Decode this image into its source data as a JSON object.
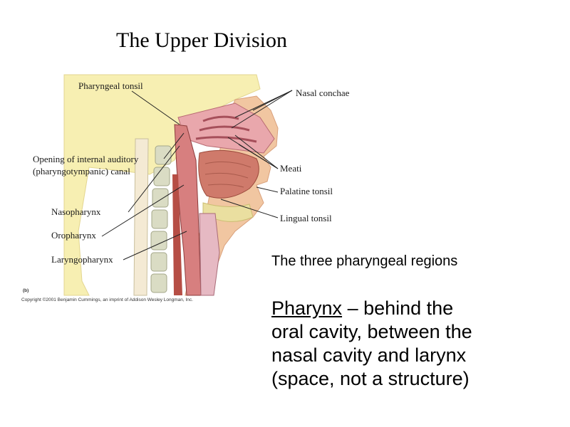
{
  "slide": {
    "title": "The Upper Division",
    "caption": "The three pharyngeal regions",
    "body": {
      "term": "Pharynx",
      "line1_rest": " – behind the",
      "line2": "oral cavity, between the",
      "line3": "nasal cavity and larynx",
      "line4": "(space, not a structure)"
    }
  },
  "figure": {
    "labels": {
      "pharyngeal_tonsil": "Pharyngeal tonsil",
      "nasal_conchae": "Nasal conchae",
      "opening_line1": "Opening of internal auditory",
      "opening_line2": "(pharyngotympanic) canal",
      "meati": "Meati",
      "palatine_tonsil": "Palatine tonsil",
      "nasopharynx": "Nasopharynx",
      "lingual_tonsil": "Lingual tonsil",
      "oropharynx": "Oropharynx",
      "laryngopharynx": "Laryngopharynx"
    },
    "panel_letter": "(b)",
    "copyright": "Copyright ©2001 Benjamin Cummings, an imprint of Addison Wesley Longman, Inc."
  },
  "colors": {
    "skin": "#f2c7a4",
    "bone": "#f2e7a6",
    "mucosa": "#d98b8b",
    "muscle": "#c46a5a",
    "dark_cavity": "#7a2e2e",
    "vertebra": "#d9dcc0",
    "line": "#222222"
  }
}
